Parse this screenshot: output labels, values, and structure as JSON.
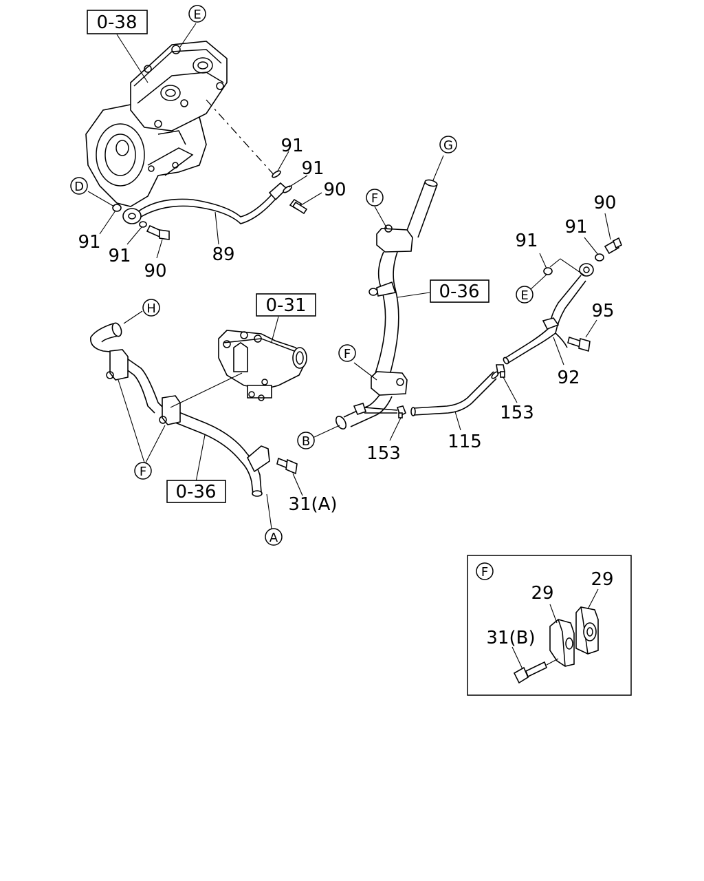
{
  "ref_boxes": {
    "r038": "0-38",
    "r031": "0-31",
    "r036_upper": "0-36",
    "r036_lower": "0-36"
  },
  "letters": {
    "E_top": "E",
    "D": "D",
    "G": "G",
    "F_upper": "F",
    "F_mid": "F",
    "F_lower": "F",
    "H": "H",
    "B": "B",
    "A": "A",
    "E_right": "E",
    "F_inset": "F"
  },
  "numbers": {
    "n91_a": "91",
    "n91_b": "91",
    "n90_a": "90",
    "n91_c": "91",
    "n91_d": "91",
    "n90_b": "90",
    "n89": "89",
    "n90_c": "90",
    "n91_e": "91",
    "n91_f": "91",
    "n95": "95",
    "n92": "92",
    "n153_a": "153",
    "n153_b": "153",
    "n115": "115",
    "n31A": "31(A)",
    "n29_a": "29",
    "n29_b": "29",
    "n31B": "31(B)"
  }
}
